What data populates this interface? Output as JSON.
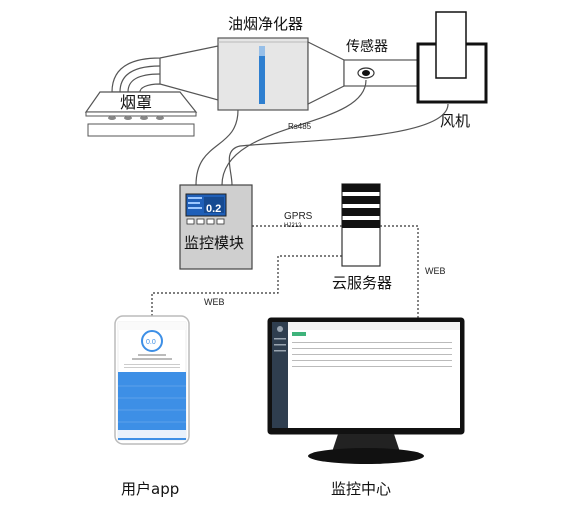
{
  "labels": {
    "purifier": "油烟净化器",
    "sensor": "传感器",
    "hood": "烟罩",
    "fan": "风机",
    "rs485": "Rs485",
    "monitor_module": "监控模块",
    "gprs": "GPRS",
    "hj212": "HJ212",
    "cloud_server": "云服务器",
    "web_left": "WEB",
    "web_right": "WEB",
    "user_app": "用户app",
    "monitor_center": "监控中心"
  },
  "module_screen": {
    "value": "0.2"
  },
  "phone_screen": {
    "gauge_value": "0.0"
  },
  "colors": {
    "line": "#555555",
    "dotted": "#333333",
    "purifier_fill": "#e6e6e6",
    "purifier_bar": "#2e7fd0",
    "module_fill": "#cfcfcf",
    "module_screen": "#1f5fb8",
    "phone_blue": "#3d8fe6",
    "monitor_side": "#2f3e4f",
    "accent_green": "#3fb37b"
  },
  "icons": {
    "sensor": "sensor-eye-icon",
    "fan": "fan-box-icon",
    "server": "server-rack-icon"
  }
}
